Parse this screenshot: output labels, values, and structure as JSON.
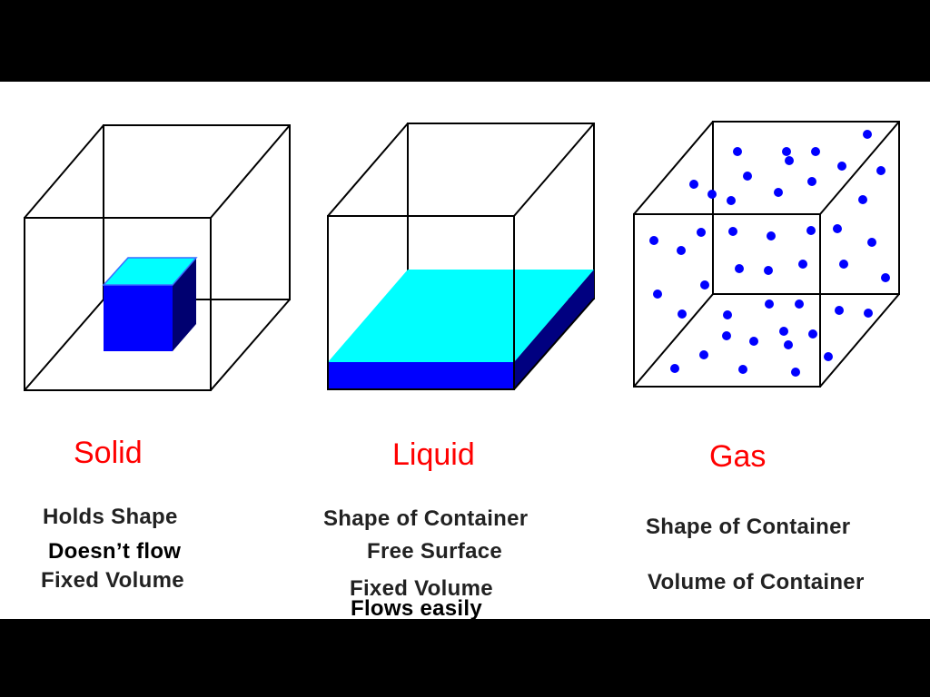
{
  "colors": {
    "background_frame": "#000000",
    "slide": "#ffffff",
    "title": "#ff0000",
    "cube_edges": "#000000",
    "solid_front": "#0000ff",
    "solid_top": "#00ffff",
    "solid_side": "#000070",
    "liquid_top": "#00ffff",
    "liquid_front": "#0000ff",
    "liquid_side": "#000080",
    "gas_particle": "#0000ff"
  },
  "states": [
    {
      "title": "Solid",
      "properties": [
        "Holds Shape",
        "Doesn’t flow",
        "Fixed Volume"
      ]
    },
    {
      "title": "Liquid",
      "properties": [
        "Shape of Container",
        "Free Surface",
        "Fixed Volume",
        "Flows easily"
      ]
    },
    {
      "title": "Gas",
      "properties": [
        "Shape of Container",
        "Volume of Container"
      ]
    }
  ],
  "icons": [
    "solid-cube-icon",
    "liquid-container-icon",
    "gas-particles-icon"
  ]
}
